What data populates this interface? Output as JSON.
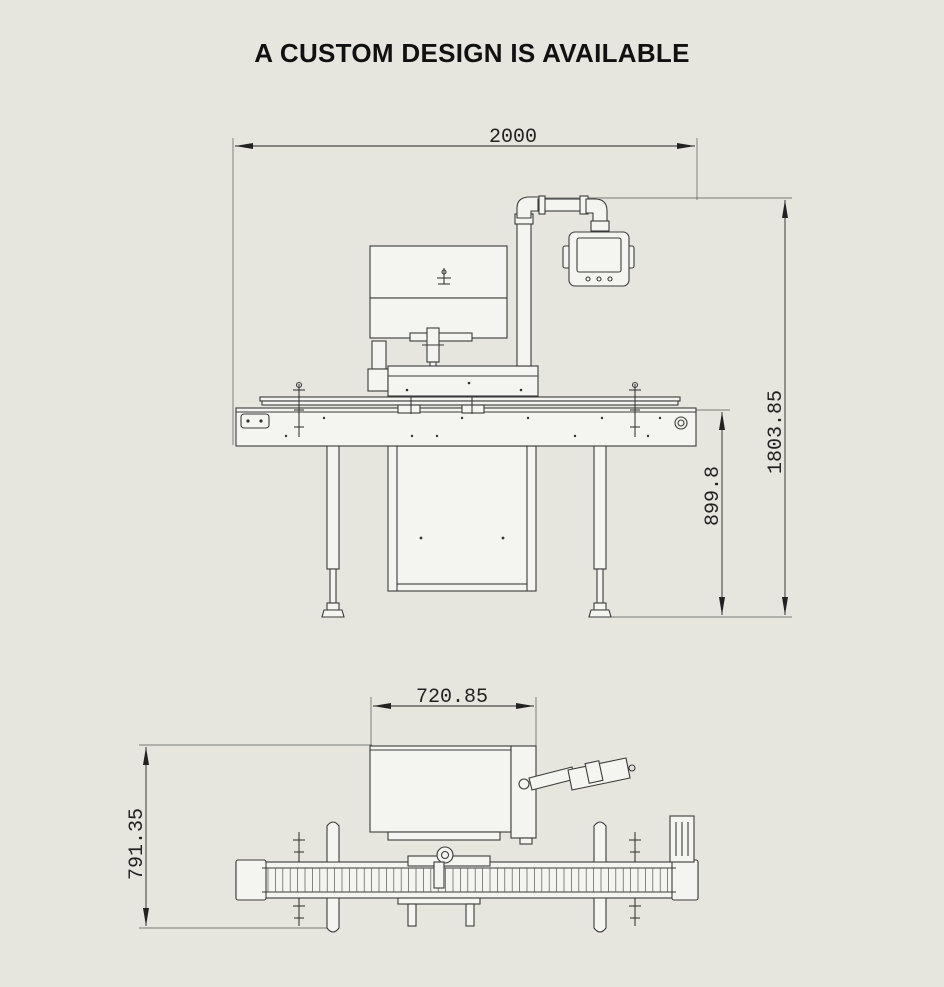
{
  "title": "A CUSTOM DESIGN IS AVAILABLE",
  "front_view": {
    "width_dim": "2000",
    "total_height_dim": "1803.85",
    "conveyor_height_dim": "899.8"
  },
  "top_view": {
    "width_dim": "720.85",
    "depth_dim": "791.35"
  },
  "colors": {
    "background": "#e6e6df",
    "line": "#3a3a3a",
    "part_fill": "#f4f4f0"
  }
}
